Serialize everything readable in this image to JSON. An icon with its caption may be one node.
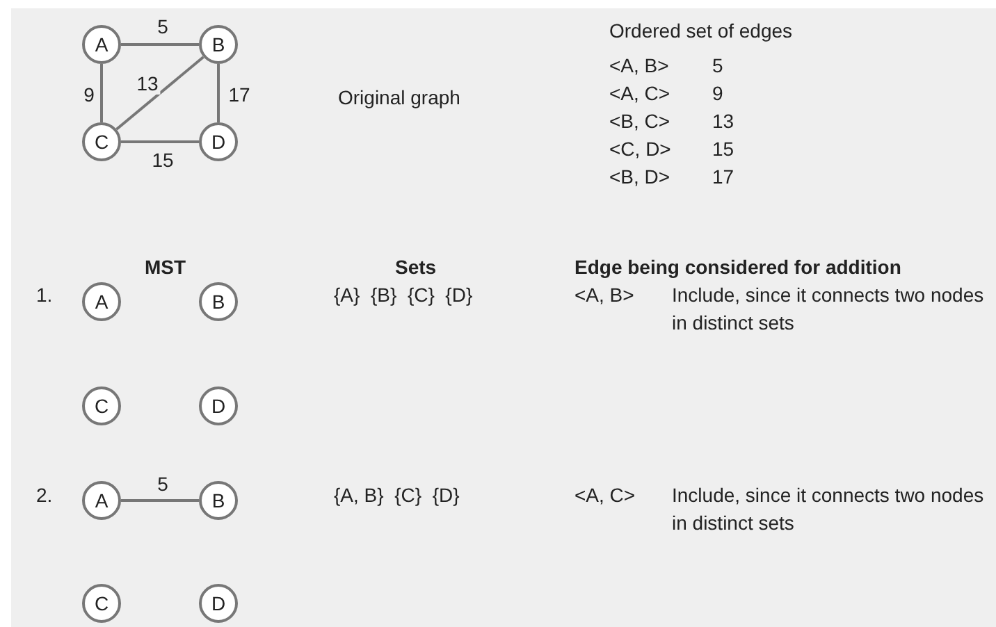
{
  "diagram": {
    "nodes": [
      {
        "text": [
          "A"
        ]
      },
      {
        "text": [
          "B"
        ]
      },
      {
        "text": [
          "C"
        ]
      },
      {
        "text": [
          "D"
        ]
      },
      {
        "text": [
          "A"
        ]
      },
      {
        "text": [
          "B"
        ]
      },
      {
        "text": [
          "C"
        ]
      },
      {
        "text": [
          "D"
        ]
      },
      {
        "text": [
          "A"
        ]
      },
      {
        "text": [
          "B"
        ]
      },
      {
        "text": [
          "C"
        ]
      },
      {
        "text": [
          "D"
        ]
      }
    ],
    "edges": [
      {
        "from": 0,
        "to": 1,
        "arrow": "none",
        "label": "5"
      },
      {
        "from": 0,
        "to": 2,
        "arrow": "none",
        "label": "9"
      },
      {
        "from": 1,
        "to": 2,
        "arrow": "none",
        "label": "13"
      },
      {
        "from": 2,
        "to": 3,
        "arrow": "none",
        "label": "15"
      },
      {
        "from": 1,
        "to": 3,
        "arrow": "none",
        "label": "17"
      },
      {
        "from": 8,
        "to": 9,
        "arrow": "none",
        "label": "5"
      }
    ],
    "labels": [
      "Ordered set of edges",
      "Original graph",
      "<A, B>",
      "5",
      "<A, C>",
      "9",
      "<B, C>",
      "13",
      "<C, D>",
      "15",
      "<B, D>",
      "17",
      "MST",
      "Sets",
      "Edge being considered for addition",
      "1.",
      "{A}  {B}  {C}  {D}",
      "<A, B>",
      "Include, since it connects two nodes in distinct sets",
      "2.",
      "{A, B}  {C}  {D}",
      "<A, C>",
      "Include, since it connects two nodes in distinct sets"
    ]
  }
}
